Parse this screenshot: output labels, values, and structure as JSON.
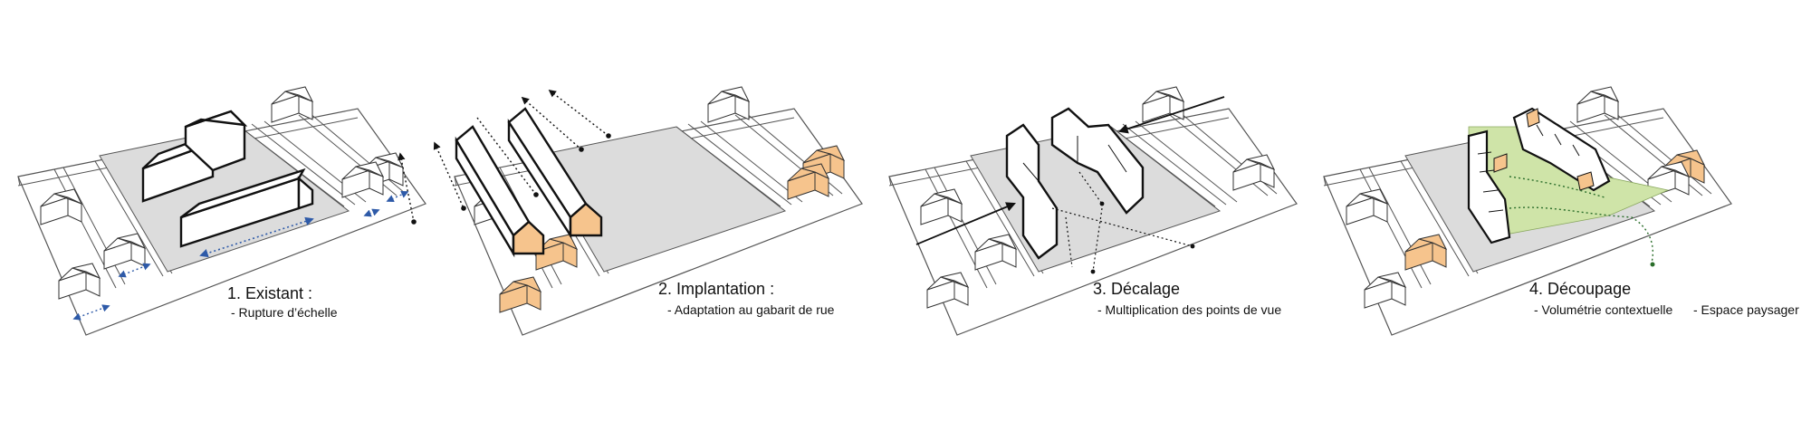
{
  "colors": {
    "block_fill": "#dcdcdc",
    "highlight": "#f6c48d",
    "green": "#cfe4a8",
    "blue_arrow": "#2e5aa8",
    "ink": "#111111",
    "line": "#555555"
  },
  "panels": [
    {
      "title": "1. Existant :",
      "captions": [
        "- Rupture d’échelle"
      ]
    },
    {
      "title": "2. Implantation :",
      "captions": [
        "- Adaptation au gabarit de rue"
      ]
    },
    {
      "title": "3. Décalage",
      "captions": [
        "- Multiplication des points de vue"
      ]
    },
    {
      "title": "4. Découpage",
      "captions": [
        "- Volumétrie contextuelle",
        "- Espace paysager"
      ]
    }
  ]
}
